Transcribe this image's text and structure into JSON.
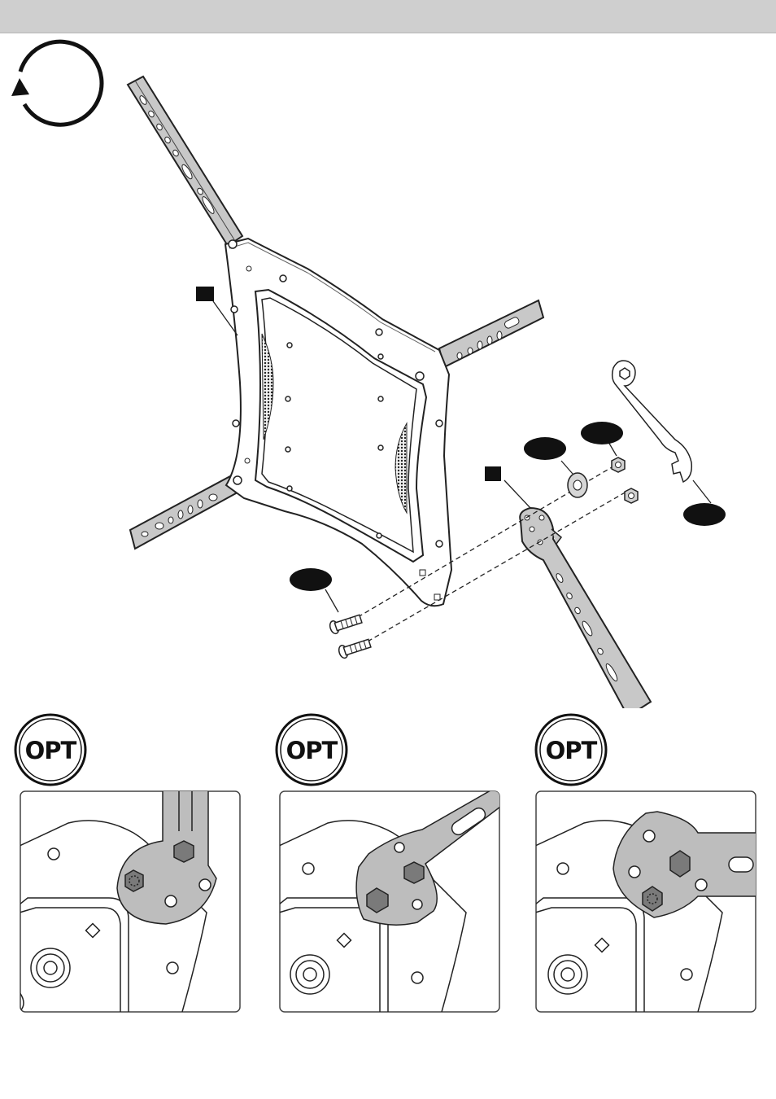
{
  "header": {
    "bar_color": "#cfcfcf"
  },
  "icons": {
    "rotation": "counterclockwise-rotate-icon",
    "wrench": "wrench-icon"
  },
  "callouts": [
    "",
    "",
    "",
    "",
    "",
    ""
  ],
  "opt_badges": [
    {
      "label": "OPT"
    },
    {
      "label": "OPT"
    },
    {
      "label": "OPT"
    }
  ],
  "detail_panels": [
    {
      "name": "arm-angle-option-vertical"
    },
    {
      "name": "arm-angle-option-diagonal"
    },
    {
      "name": "arm-angle-option-horizontal"
    }
  ],
  "colors": {
    "line": "#222222",
    "metal_fill": "#c8c8c8",
    "highlight_fill": "#bdbdbd",
    "hex_fill": "#7a7a7a",
    "callout_fill": "#111111"
  }
}
